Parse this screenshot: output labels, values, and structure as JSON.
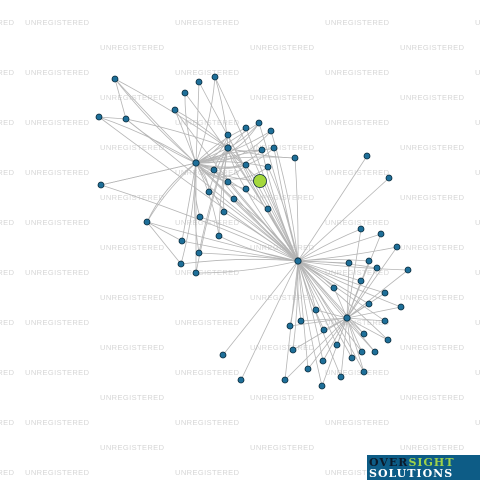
{
  "watermark": {
    "text": "UNREGISTERED"
  },
  "logo": {
    "line1_a": "OVER",
    "line1_b": "SIGHT",
    "line2": "SOLUTIONS"
  },
  "colors": {
    "edge": "#b5b5b5",
    "node": "#1e6f99",
    "node_stroke": "#0a2a3a",
    "focus_node": "#a4d83c"
  }
}
